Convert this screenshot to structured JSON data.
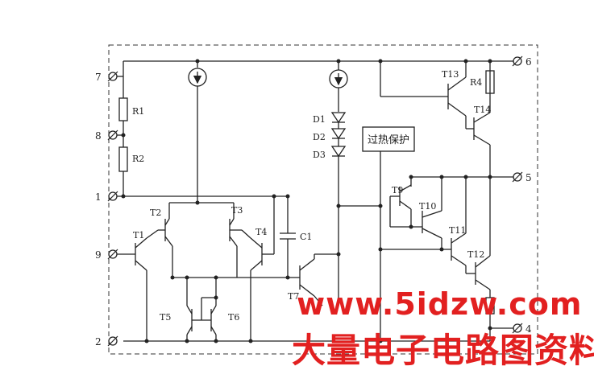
{
  "pins": {
    "p1": "1",
    "p2": "2",
    "p4": "4",
    "p5": "5",
    "p6": "6",
    "p7": "7",
    "p8": "8",
    "p9": "9"
  },
  "resistors": {
    "r1": "R1",
    "r2": "R2",
    "r4": "R4"
  },
  "transistors": {
    "t1": "T1",
    "t2": "T2",
    "t3": "T3",
    "t4": "T4",
    "t5": "T5",
    "t6": "T6",
    "t7": "T7",
    "t9": "T9",
    "t10": "T10",
    "t11": "T11",
    "t12": "T12",
    "t13": "T13",
    "t14": "T14"
  },
  "capacitor": {
    "c1": "C1"
  },
  "diodes": {
    "d1": "D1",
    "d2": "D2",
    "d3": "D3"
  },
  "protection_block": {
    "label": "过热保护"
  },
  "watermark": {
    "url": "www.5idzw.com",
    "site_name": "大量电子电路图资料"
  }
}
